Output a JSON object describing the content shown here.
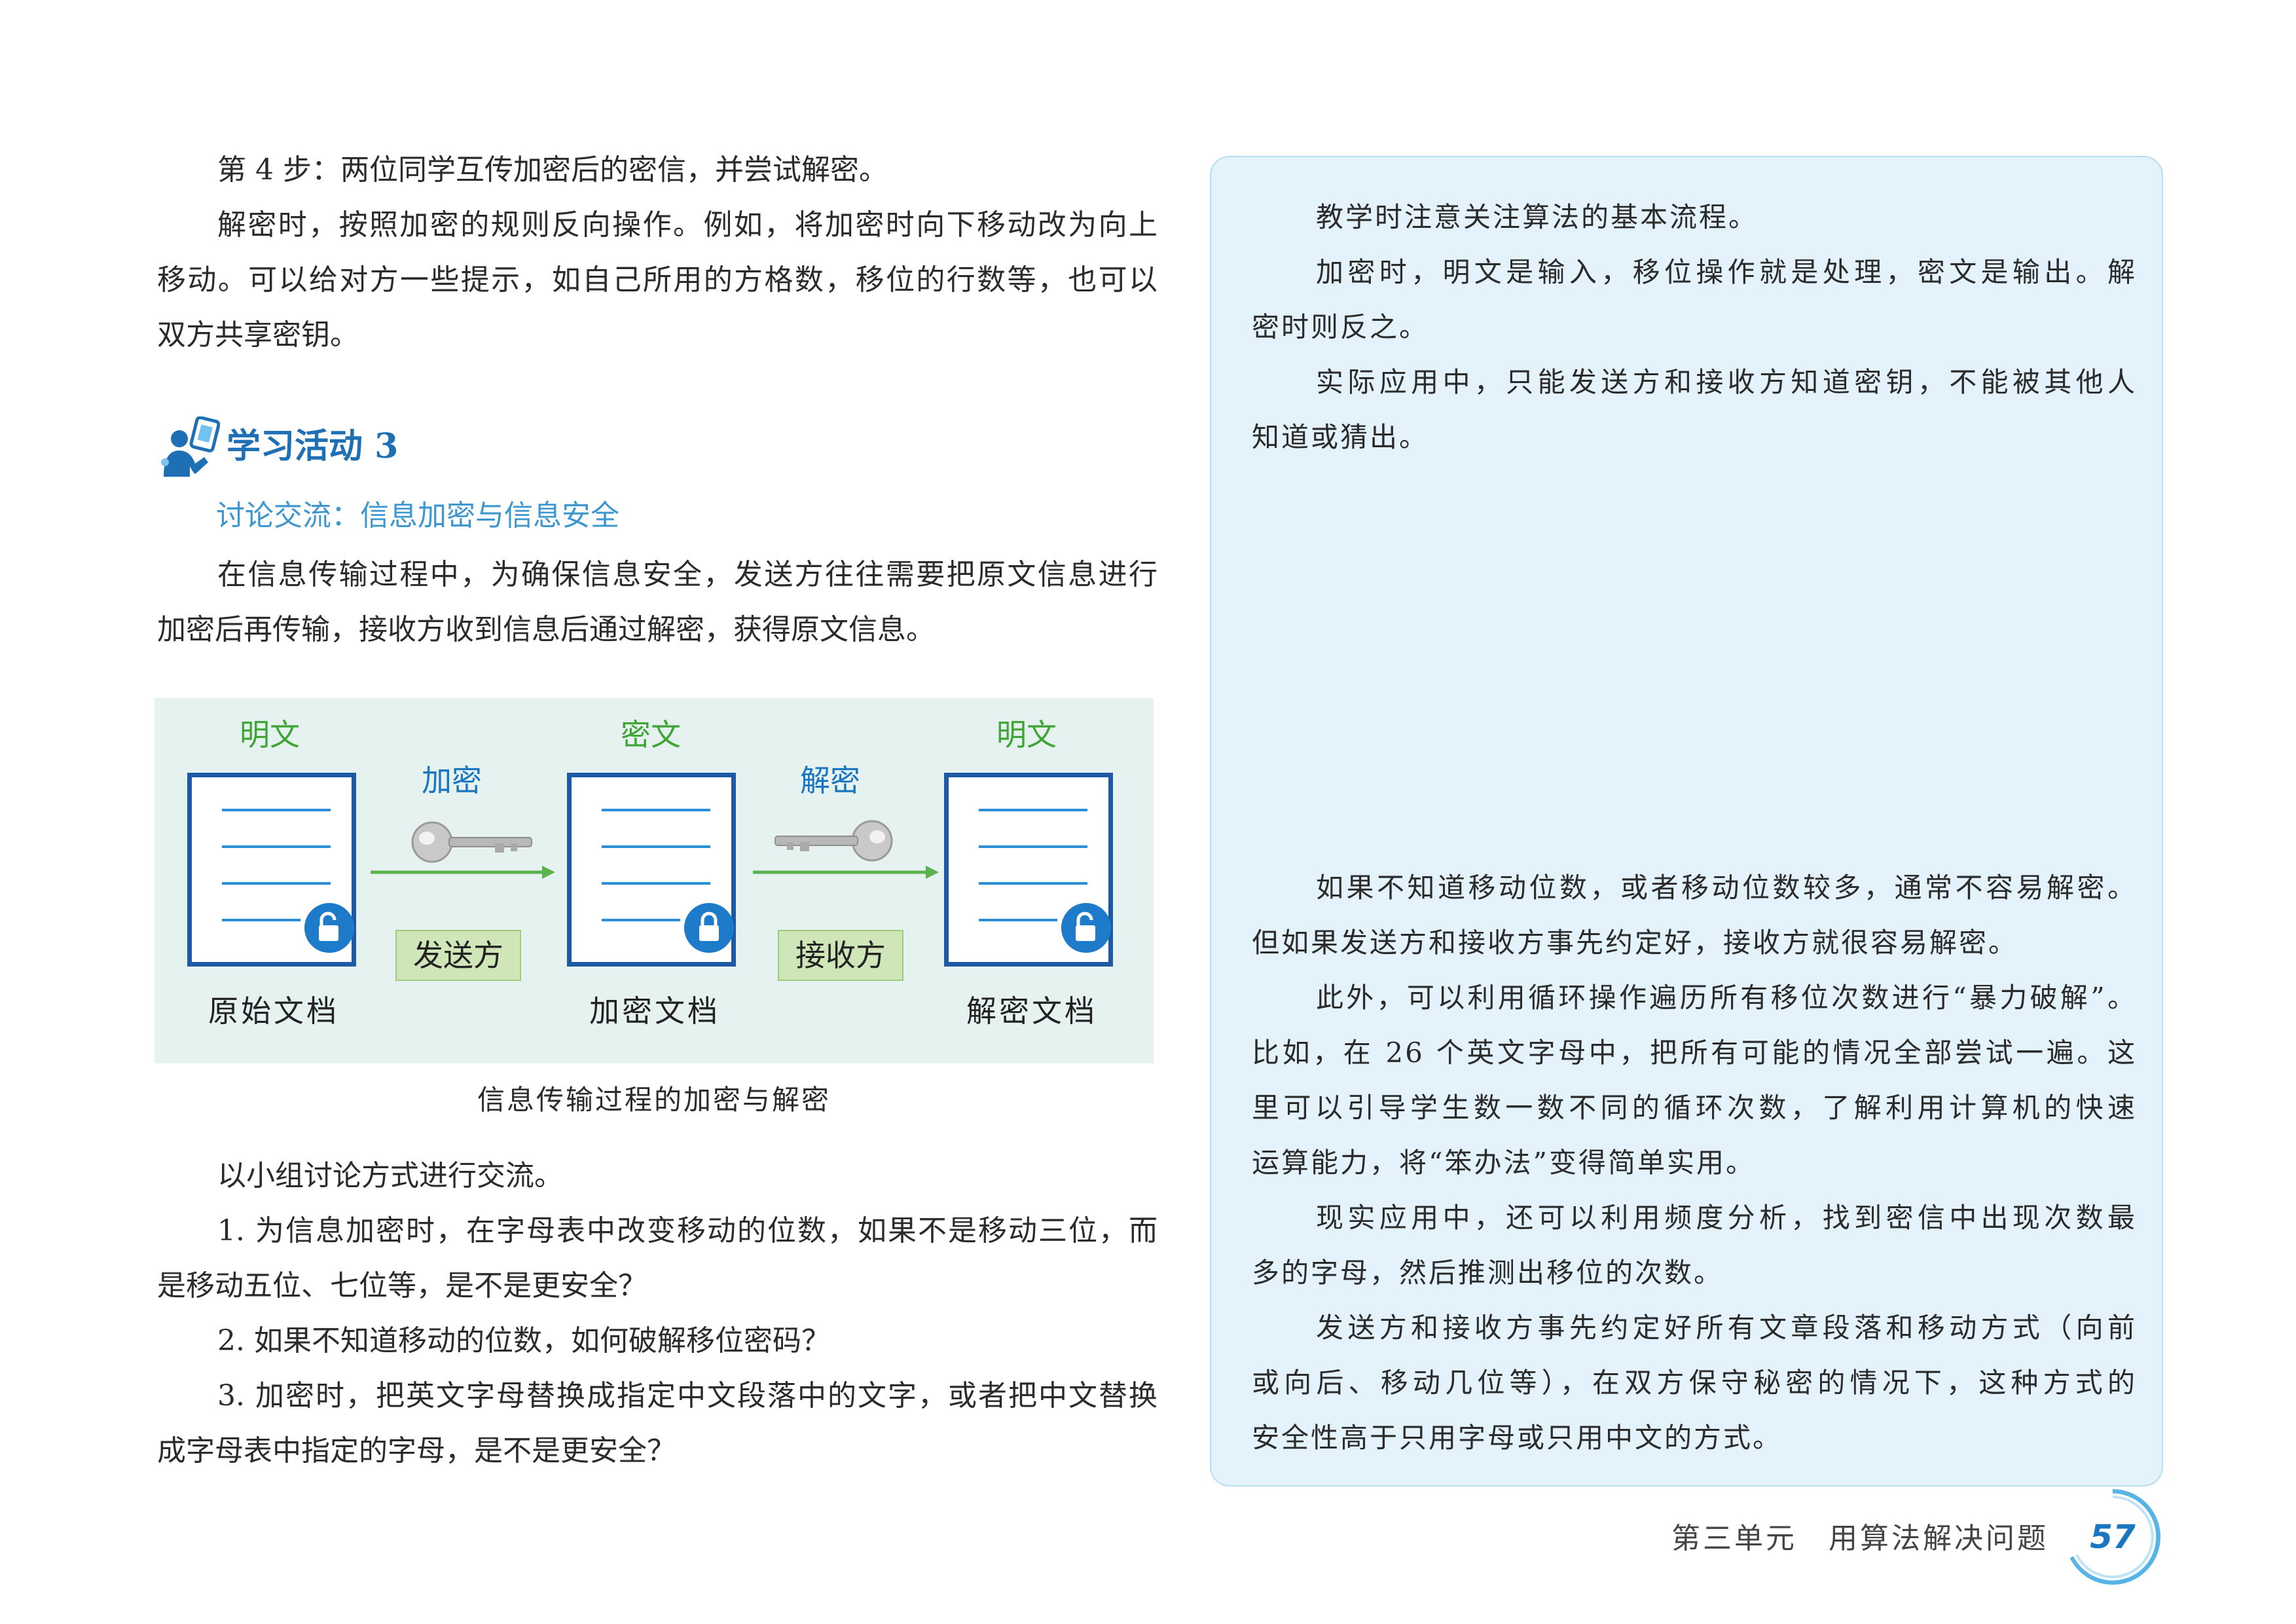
{
  "left_column": {
    "step4": "第 4 步：两位同学互传加密后的密信，并尝试解密。",
    "decrypt_para": [
      "解密时，按照加密的规则反向操作。例如，将加密时向下移动改为向上",
      "移动。可以给对方一些提示，如自己所用的方格数，移位的行数等，也可以",
      "双方共享密钥。"
    ],
    "activity_title": "学习活动 3",
    "activity_icon": "student-with-tablet-icon",
    "discussion_title": "讨论交流：信息加密与信息安全",
    "intro_para": [
      "在信息传输过程中，为确保信息安全，发送方往往需要把原文信息进行",
      "加密后再传输，接收方收到信息后通过解密，获得原文信息。"
    ],
    "figure_caption": "信息传输过程的加密与解密",
    "discussion_intro": "以小组讨论方式进行交流。",
    "q1": [
      "1. 为信息加密时，在字母表中改变移动的位数，如果不是移动三位，而",
      "是移动五位、七位等，是不是更安全？"
    ],
    "q2": "2. 如果不知道移动的位数，如何破解移位密码？",
    "q3": [
      "3. 加密时，把英文字母替换成指定中文段落中的文字，或者把中文替换",
      "成字母表中指定的字母，是不是更安全？"
    ]
  },
  "diagram": {
    "doc1_top": "明文",
    "doc2_top": "密文",
    "doc3_top": "明文",
    "encrypt_label": "加密",
    "decrypt_label": "解密",
    "sender": "发送方",
    "receiver": "接收方",
    "doc1_caption": "原始文档",
    "doc2_caption": "加密文档",
    "doc3_caption": "解密文档",
    "colors": {
      "green": "#3fa535",
      "blue": "#1a76bf",
      "doc_border": "#1d59a5",
      "bg": "#e6f2ef"
    }
  },
  "note_panel": {
    "p1": "教学时注意关注算法的基本流程。",
    "p2": [
      "加密时，明文是输入，移位操作就是处理，密文是输出。解",
      "密时则反之。"
    ],
    "p3": [
      "实际应用中，只能发送方和接收方知道密钥，不能被其他人",
      "知道或猜出。"
    ],
    "p4": [
      "如果不知道移动位数，或者移动位数较多，通常不容易解密。",
      "但如果发送方和接收方事先约定好，接收方就很容易解密。"
    ],
    "p5": [
      "此外，可以利用循环操作遍历所有移位次数进行“暴力破解”。",
      "比如，在 26 个英文字母中，把所有可能的情况全部尝试一遍。这",
      "里可以引导学生数一数不同的循环次数，了解利用计算机的快速",
      "运算能力，将“笨办法”变得简单实用。"
    ],
    "p6": [
      "现实应用中，还可以利用频度分析，找到密信中出现次数最",
      "多的字母，然后推测出移位的次数。"
    ],
    "p7": [
      "发送方和接收方事先约定好所有文章段落和移动方式（向前",
      "或向后、移动几位等），在双方保守秘密的情况下，这种方式的",
      "安全性高于只用字母或只用中文的方式。"
    ]
  },
  "footer": {
    "unit_title": "第三单元　用算法解决问题",
    "page_number": "57"
  }
}
